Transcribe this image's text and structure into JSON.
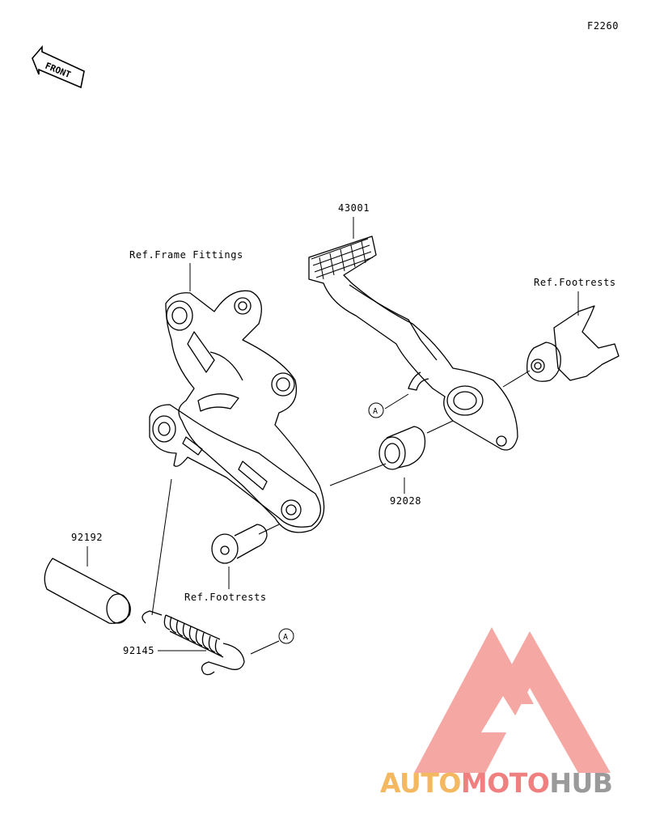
{
  "diagram_code": "F2260",
  "front_arrow_text": "FRONT",
  "labels": {
    "part_43001": "43001",
    "ref_frame_fittings": "Ref.Frame Fittings",
    "ref_footrests_upper": "Ref.Footrests",
    "part_92028": "92028",
    "part_92192": "92192",
    "ref_footrests_lower": "Ref.Footrests",
    "part_92145": "92145",
    "callout_a_upper": "A",
    "callout_a_lower": "A"
  },
  "watermark": {
    "part1": "AUTO",
    "part2": "MOTO",
    "part3": "HUB",
    "color_auto": "#f4b860",
    "color_moto": "#f08080",
    "color_hub": "#9a9a9a"
  }
}
